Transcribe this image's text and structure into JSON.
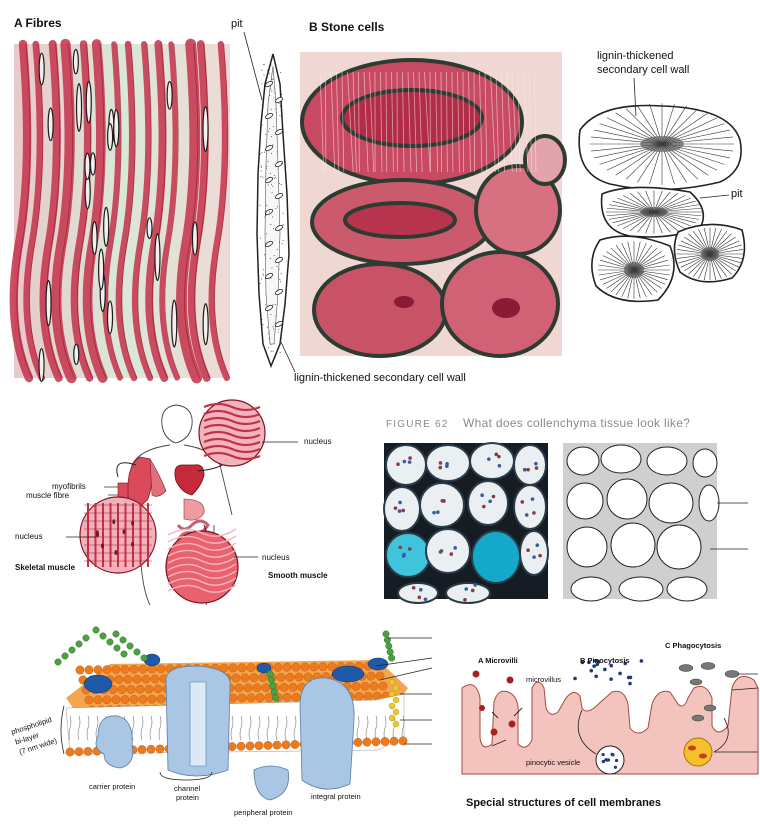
{
  "fibres_panel": {
    "title": "A  Fibres",
    "label_pit": "pit",
    "label_wall": "lignin-thickened secondary cell wall"
  },
  "stone_panel": {
    "title": "B  Stone cells",
    "label_wall": "lignin-thickened\nsecondary cell wall",
    "label_wall_line1": "lignin-thickened",
    "label_wall_line2": "secondary cell wall",
    "label_pit": "pit"
  },
  "muscle_panel": {
    "label_nucleus_top": "nucleus",
    "label_myofibrils": "myofibrils",
    "label_muscle_fibre": "muscle fibre",
    "label_nucleus_left": "nucleus",
    "label_skeletal": "Skeletal muscle",
    "label_nucleus_right": "nucleus",
    "label_smooth": "Smooth muscle"
  },
  "collenchyma_panel": {
    "figure_number": "FIGURE 62",
    "question": "What does collenchyma tissue look like?"
  },
  "membrane_panel": {
    "label_phospholipid_1": "phospholipid",
    "label_phospholipid_2": "bi-layer",
    "label_phospholipid_3": "(7 nm wide)",
    "label_carrier": "carrier protein",
    "label_channel_1": "channel",
    "label_channel_2": "protein",
    "label_peripheral": "peripheral protein",
    "label_integral": "integral protein"
  },
  "special_panel": {
    "title_microvilli": "A  Microvilli",
    "title_pinocytosis": "B  Pinocytosis",
    "title_phagocytosis": "C  Phagocytosis",
    "label_microvillus": "microvillus",
    "label_pinocytic": "pinocytic vesicle",
    "caption": "Special structures of cell membranes"
  },
  "colors": {
    "fibre_red": "#c4304a",
    "stone_red": "#c9475c",
    "muscle_red": "#d94b5a",
    "membrane_orange": "#ee7a1e",
    "protein_blue": "#a9c6e4",
    "glycan_green": "#4aa341",
    "cytoplasm_pink": "#f2c4bd",
    "collenchyma_cyan": "#14a9c9"
  }
}
